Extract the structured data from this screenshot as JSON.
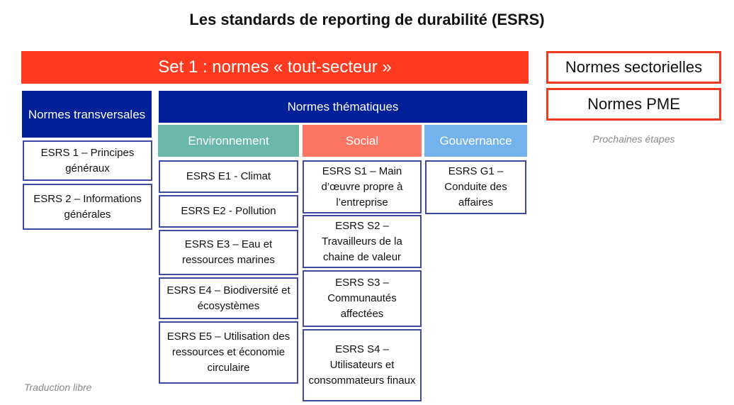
{
  "title": "Les standards de reporting de durabilité (ESRS)",
  "set1": {
    "label": "Set 1 : normes « tout-secteur »",
    "color": "#ff3a20"
  },
  "future": {
    "items": [
      "Normes sectorielles",
      "Normes PME"
    ],
    "caption": "Prochaines étapes",
    "border_color": "#f03a20"
  },
  "transversal": {
    "header": "Normes transversales",
    "header_color": "#00209a",
    "items": [
      "ESRS 1 –  Principes généraux",
      "ESRS 2 – Informations générales"
    ]
  },
  "thematic": {
    "header": "Normes thématiques",
    "header_color": "#00209a",
    "categories": [
      {
        "label": "Environnement",
        "color": "#69b8a9",
        "items": [
          "ESRS E1 - Climat",
          "ESRS E2 - Pollution",
          "ESRS E3 – Eau et ressources marines",
          "ESRS E4 – Biodiversité et écosystèmes",
          "ESRS E5 – Utilisation des ressources et économie circulaire"
        ]
      },
      {
        "label": "Social",
        "color": "#ff7563",
        "items": [
          "ESRS S1 – Main d’œuvre propre à l’entreprise",
          "ESRS S2 – Travailleurs de la chaine de valeur",
          "ESRS S3 – Communautés affectées",
          "ESRS S4 – Utilisateurs et consommateurs finaux"
        ]
      },
      {
        "label": "Gouvernance",
        "color": "#74b2ee",
        "items": [
          "ESRS G1 – Conduite des affaires"
        ]
      }
    ]
  },
  "footnote": "Traduction libre"
}
